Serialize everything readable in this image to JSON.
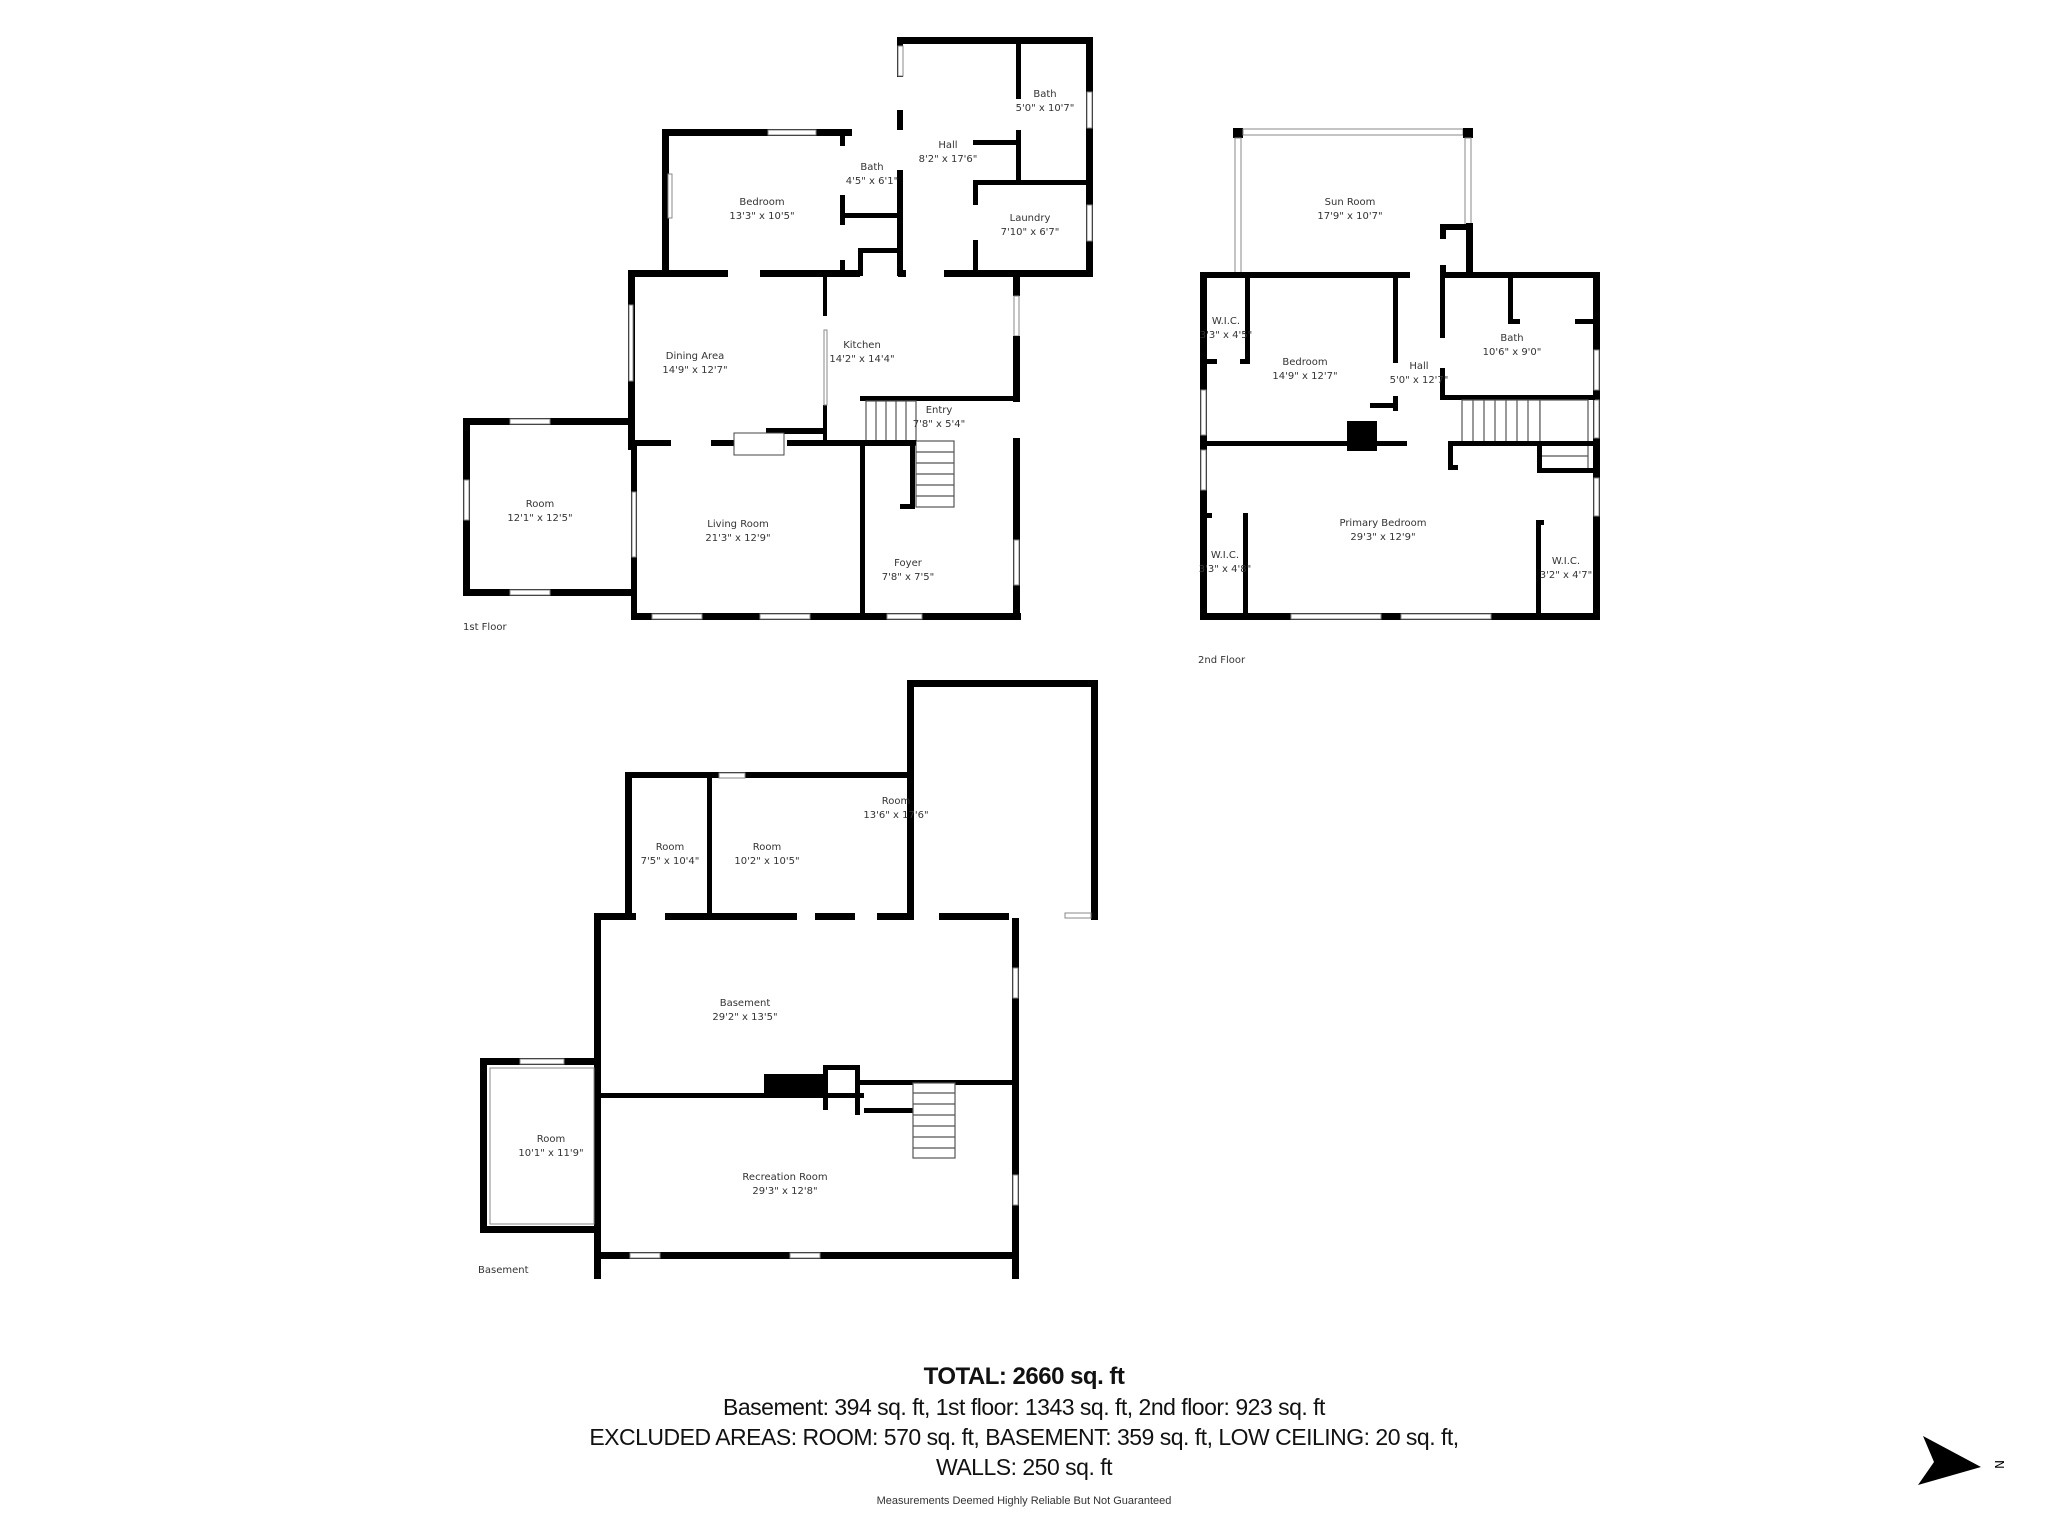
{
  "floors": {
    "first": {
      "label": "1st Floor",
      "rooms": [
        {
          "name": "Bedroom",
          "dims": "13'3\" x 10'5\""
        },
        {
          "name": "Bath",
          "dims": "4'5\" x 6'1\""
        },
        {
          "name": "Hall",
          "dims": "8'2\" x 17'6\""
        },
        {
          "name": "Bath",
          "dims": "5'0\" x 10'7\""
        },
        {
          "name": "Laundry",
          "dims": "7'10\" x 6'7\""
        },
        {
          "name": "Dining Area",
          "dims": "14'9\" x 12'7\""
        },
        {
          "name": "Kitchen",
          "dims": "14'2\" x 14'4\""
        },
        {
          "name": "Entry",
          "dims": "7'8\" x 5'4\""
        },
        {
          "name": "Room",
          "dims": "12'1\" x 12'5\""
        },
        {
          "name": "Living Room",
          "dims": "21'3\" x 12'9\""
        },
        {
          "name": "Foyer",
          "dims": "7'8\" x 7'5\""
        }
      ]
    },
    "second": {
      "label": "2nd Floor",
      "rooms": [
        {
          "name": "Sun Room",
          "dims": "17'9\" x 10'7\""
        },
        {
          "name": "W.I.C.",
          "dims": "3'3\" x 4'5\""
        },
        {
          "name": "Bedroom",
          "dims": "14'9\" x 12'7\""
        },
        {
          "name": "Hall",
          "dims": "5'0\" x 12'7\""
        },
        {
          "name": "Bath",
          "dims": "10'6\" x 9'0\""
        },
        {
          "name": "Primary Bedroom",
          "dims": "29'3\" x 12'9\""
        },
        {
          "name": "W.I.C.",
          "dims": "3'3\" x 4'8\""
        },
        {
          "name": "W.I.C.",
          "dims": "3'2\" x 4'7\""
        }
      ]
    },
    "basement": {
      "label": "Basement",
      "rooms": [
        {
          "name": "Room",
          "dims": "7'5\" x 10'4\""
        },
        {
          "name": "Room",
          "dims": "10'2\" x 10'5\""
        },
        {
          "name": "Room",
          "dims": "13'6\" x 17'6\""
        },
        {
          "name": "Basement",
          "dims": "29'2\" x 13'5\""
        },
        {
          "name": "Room",
          "dims": "10'1\" x 11'9\""
        },
        {
          "name": "Recreation Room",
          "dims": "29'3\" x 12'8\""
        }
      ]
    }
  },
  "summary": {
    "total": "TOTAL: 2660 sq. ft",
    "by_floor": "Basement: 394 sq. ft, 1st floor: 1343 sq. ft, 2nd floor: 923 sq. ft",
    "excluded_line1": "EXCLUDED AREAS: ROOM: 570 sq. ft, BASEMENT: 359 sq. ft, LOW CEILING: 20 sq. ft,",
    "excluded_line2": "WALLS: 250 sq. ft",
    "disclaimer": "Measurements Deemed Highly Reliable But Not Guaranteed"
  },
  "compass": {
    "icon": "north-arrow-icon",
    "label": "N"
  }
}
